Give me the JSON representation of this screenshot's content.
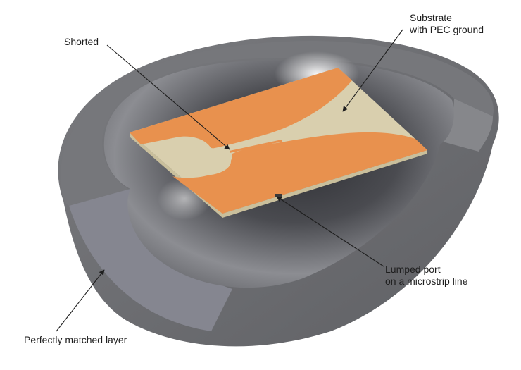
{
  "labels": {
    "shorted": "Shorted",
    "substrate_line1": "Substrate",
    "substrate_line2": "with PEC ground",
    "port_line1": "Lumped port",
    "port_line2": "on a microstrip line",
    "pml": "Perfectly matched layer"
  },
  "colors": {
    "background": "#ffffff",
    "pml_shell": "#6f7074",
    "pml_top_face": "#7b7c80",
    "pml_cut_face": "#8a8b8f",
    "cavity_dark": "#3c3d42",
    "cavity_light": "#d2d3d6",
    "substrate": "#d9cfae",
    "conductor": "#e8914e",
    "pointer": "#1e1e1e"
  }
}
